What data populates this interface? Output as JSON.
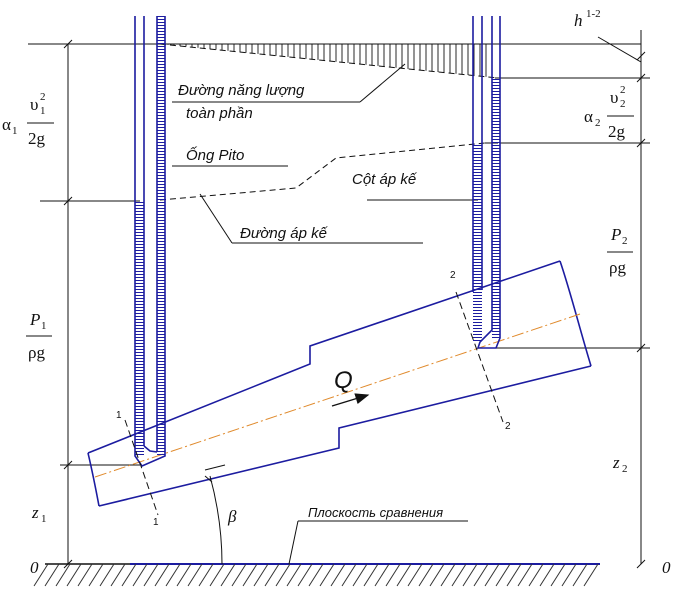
{
  "labels": {
    "energy_line": "Đường năng lượng",
    "energy_line_2": "toàn phần",
    "pitot_tube": "Ống Pito",
    "piezometer_column": "Cột áp kế",
    "piezometric_line": "Đường áp kế",
    "comparison_plane": "Плоскость сравнения",
    "flow": "Q",
    "angle": "β",
    "datum_left": "0",
    "datum_right": "0",
    "section_1_top": "1",
    "section_1_bottom": "1",
    "section_2_top": "2",
    "section_2_bottom": "2"
  },
  "symbols": {
    "head_loss": {
      "main": "h",
      "sup": "1-2"
    },
    "velocity_head_1": {
      "alpha": "α",
      "alpha_sub": "1",
      "v": "υ",
      "v_sup": "2",
      "v_sub": "1",
      "den": "2g"
    },
    "velocity_head_2": {
      "alpha": "α",
      "alpha_sub": "2",
      "v": "υ",
      "v_sup": "2",
      "v_sub": "2",
      "den": "2g"
    },
    "pressure_head_1": {
      "num": "P",
      "num_sub": "1",
      "den": "ρg"
    },
    "pressure_head_2": {
      "num": "P",
      "num_sub": "2",
      "den": "ρg"
    },
    "elevation_1": {
      "main": "z",
      "sub": "1"
    },
    "elevation_2": {
      "main": "z",
      "sub": "2"
    }
  },
  "colors": {
    "line": "#1a1a1a",
    "pipe": "#1c1ca0",
    "axis": "#e08a2c",
    "hatch": "#333333"
  }
}
